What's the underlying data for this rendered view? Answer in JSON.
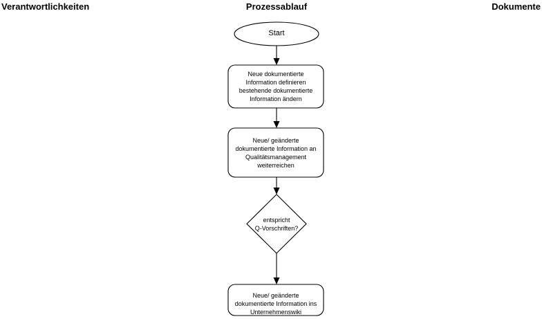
{
  "columns": {
    "left": "Verantwortlichkeiten",
    "center": "Prozessablauf",
    "right": "Dokumente"
  },
  "colors": {
    "stroke": "#000000",
    "fill": "#ffffff",
    "text": "#000000",
    "background": "#ffffff"
  },
  "flowchart": {
    "type": "flowchart",
    "orientation": "top-to-bottom",
    "nodes": [
      {
        "id": "start",
        "shape": "ellipse",
        "label": "Start"
      },
      {
        "id": "define-info",
        "shape": "rounded-rectangle",
        "label": "Neue dokumentierte\nInformation definieren\nbestehende dokumentierte\nInformation ändern"
      },
      {
        "id": "forward-to-qm",
        "shape": "rounded-rectangle",
        "label": "Neue/ geänderte\ndokumentierte Information an\nQualitätsmanagement\nweiterreichen"
      },
      {
        "id": "check-q-rules",
        "shape": "diamond",
        "label": "entspricht\nQ-Vorschriften?"
      },
      {
        "id": "publish-wiki",
        "shape": "rounded-rectangle",
        "label": "Neue/ geänderte\ndokumentierte Information ins\nUnternehmenswiki"
      }
    ],
    "edges": [
      {
        "from": "start",
        "to": "define-info",
        "label": ""
      },
      {
        "from": "define-info",
        "to": "forward-to-qm",
        "label": ""
      },
      {
        "from": "forward-to-qm",
        "to": "check-q-rules",
        "label": ""
      },
      {
        "from": "check-q-rules",
        "to": "publish-wiki",
        "label": ""
      }
    ]
  }
}
